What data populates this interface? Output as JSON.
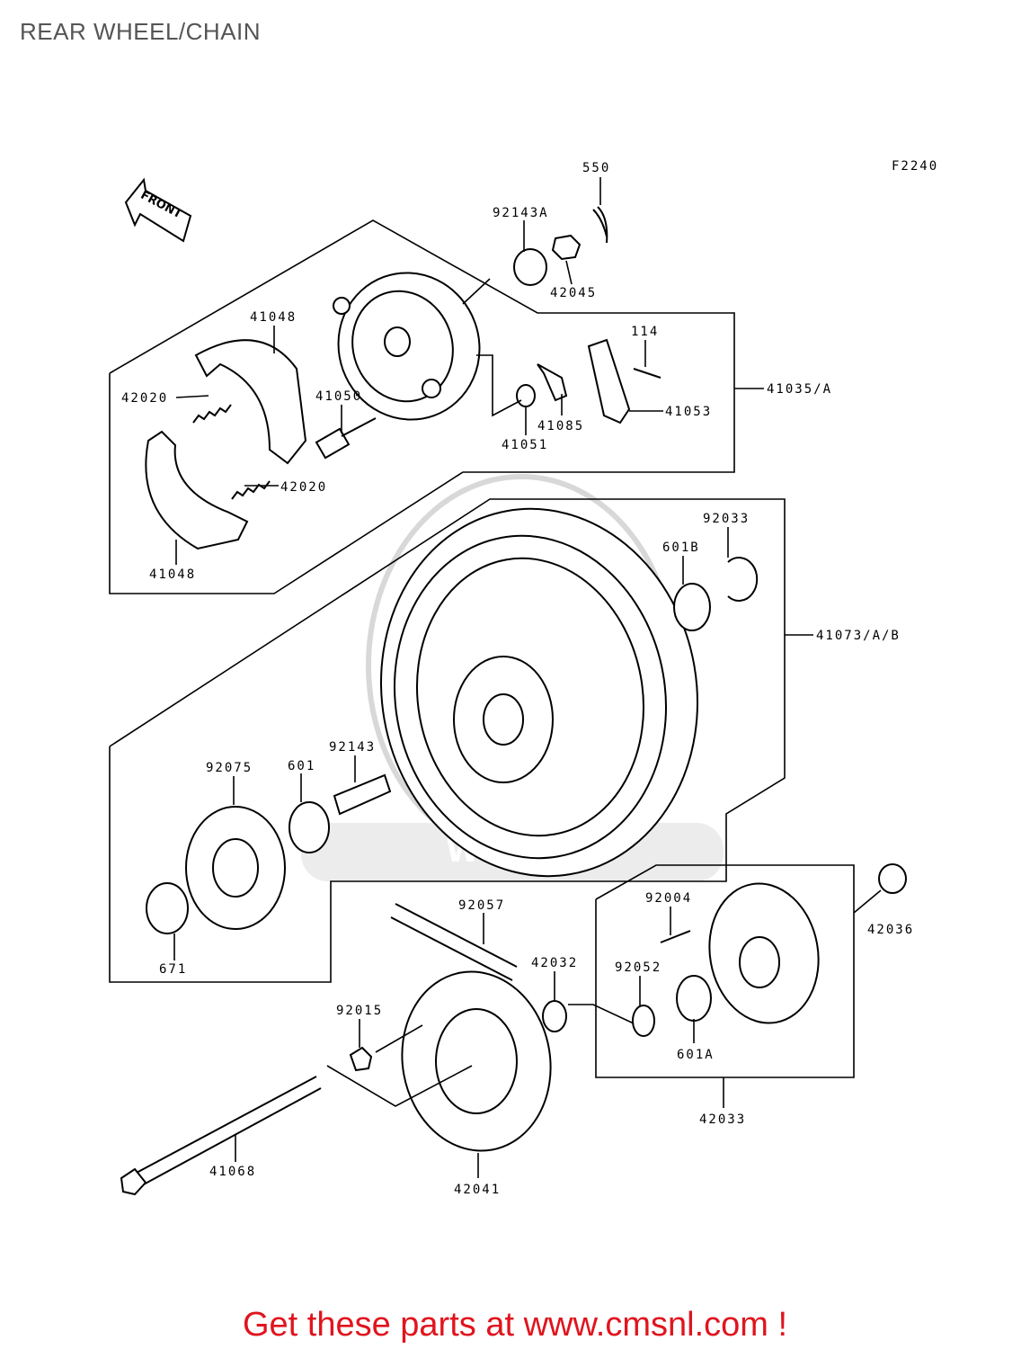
{
  "title": "REAR WHEEL/CHAIN",
  "figure_code": "F2240",
  "front_label": "FRONT",
  "footer": "Get these parts at www.cmsnl.com !",
  "watermark": "WWW.C",
  "parts": {
    "p550": "550",
    "p92143A": "92143A",
    "p42045": "42045",
    "p41048a": "41048",
    "p42020a": "42020",
    "p41050": "41050",
    "p114": "114",
    "p41085": "41085",
    "p41053": "41053",
    "p41051": "41051",
    "p41035A": "41035/A",
    "p42020b": "42020",
    "p41048b": "41048",
    "p92033": "92033",
    "p601B": "601B",
    "p41073AB": "41073/A/B",
    "p92143": "92143",
    "p92075": "92075",
    "p601": "601",
    "p671": "671",
    "p92057": "92057",
    "p92004": "92004",
    "p42036": "42036",
    "p42032": "42032",
    "p92052": "92052",
    "p92015": "92015",
    "p601A": "601A",
    "p42033": "42033",
    "p41068": "41068",
    "p42041": "42041"
  }
}
